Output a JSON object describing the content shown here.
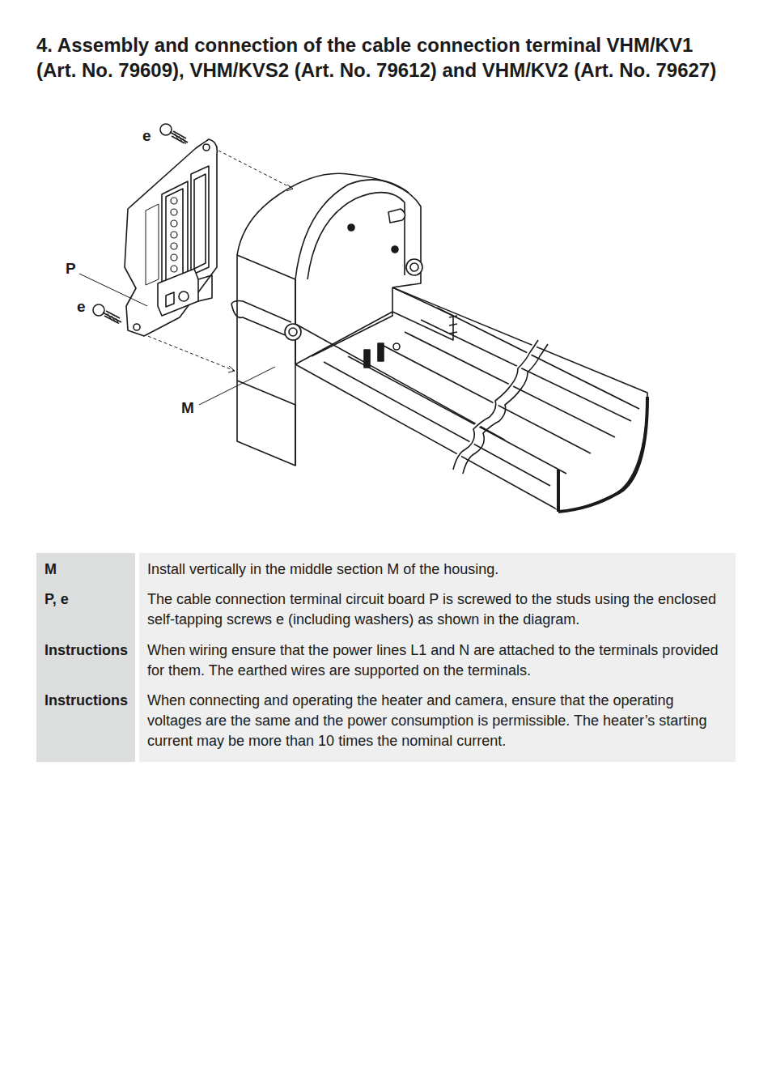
{
  "diagram": {
    "title": "4. Assembly and connection of the cable connection terminal VHM/KV1 (Art. No. 79609), VHM/KVS2 (Art. No. 79612) and VHM/KV2 (Art. No. 79627)",
    "labels": [
      "e",
      "P",
      "e",
      "M",
      "M",
      "Install vertically in the middle section M of the housing.",
      "P, e",
      "The cable connection terminal circuit board P is screwed to the studs using the enclosed self-tapping screws e (including washers) as shown in the diagram.",
      "Instructions",
      "When wiring ensure that the power lines L1 and N are attached to the terminals provided for them. The earthed wires are supported on the terminals.",
      "Instructions",
      "When connecting and operating the heater and camera, ensure that the operating voltages are the same and the power consumption is permissible. The heater’s starting current may be more than 10 times the nominal current."
    ]
  }
}
